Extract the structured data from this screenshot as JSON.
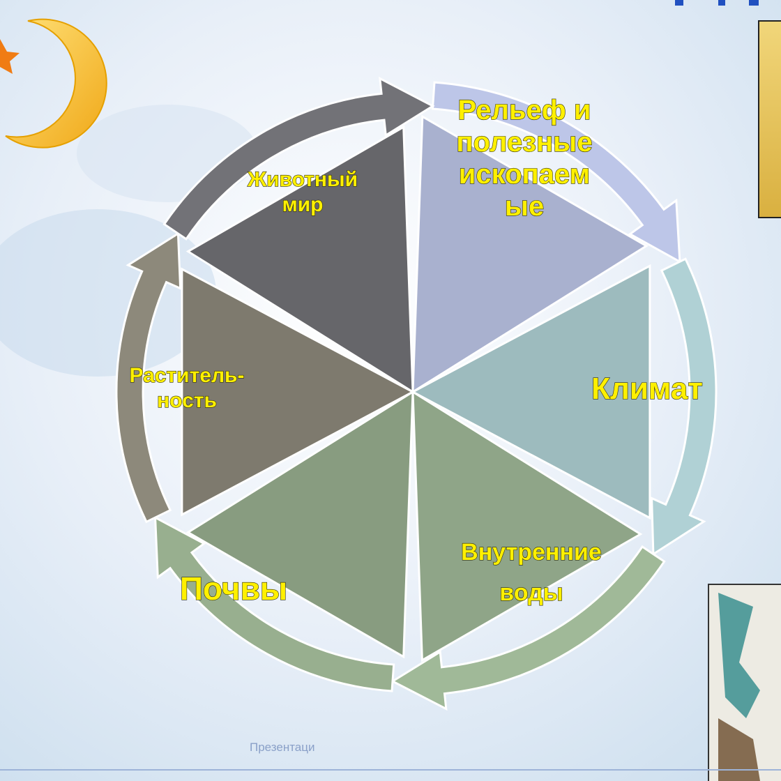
{
  "cycle": {
    "segments": [
      {
        "id": "relief",
        "lines": [
          "Рельеф и",
          "полезные",
          "ископаем",
          "ые"
        ],
        "color": "#A9B1CF"
      },
      {
        "id": "climate",
        "lines": [
          "Климат"
        ],
        "color": "#9DBBBE"
      },
      {
        "id": "waters",
        "lines": [
          "Внутренние",
          "воды"
        ],
        "color": "#8FA588"
      },
      {
        "id": "soils",
        "lines": [
          "Почвы"
        ],
        "color": "#889C80"
      },
      {
        "id": "vegetation",
        "lines": [
          "Раститель-",
          "ность"
        ],
        "color": "#7E7A6E"
      },
      {
        "id": "fauna",
        "lines": [
          "Животный",
          "мир"
        ],
        "color": "#66666A"
      }
    ]
  },
  "footer": {
    "text": "Презентаци"
  },
  "colors": {
    "label": "#FFF000",
    "background": "#E6EEF7",
    "moon": "#F9C52C",
    "star": "#F07C14",
    "photo_frame": "#E4C250"
  },
  "icons": [
    "moon-icon",
    "star-icon"
  ]
}
